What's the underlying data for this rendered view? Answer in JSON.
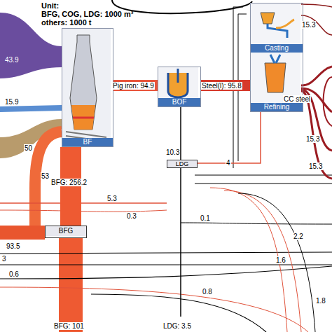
{
  "diagram": {
    "nodes": [
      {
        "text": [
          "BF"
        ]
      },
      {
        "text": [
          "BOF"
        ]
      },
      {
        "text": [
          "Casting",
          "Refining"
        ]
      },
      {
        "text": [
          "BFG"
        ]
      },
      {
        "text": [
          "LDG"
        ]
      }
    ],
    "edges": [
      {
        "from": 0,
        "to": 1,
        "arrow": "none",
        "label": "Pig iron: 94.9"
      },
      {
        "from": 1,
        "to": 2,
        "arrow": "none",
        "label": "Steel(l): 95.8"
      },
      {
        "from": 0,
        "to": 3,
        "arrow": "none",
        "label": "BFG: 256.2"
      },
      {
        "from": 1,
        "to": 4,
        "arrow": "none",
        "label": "10.3"
      },
      {
        "from": 4,
        "to": 2,
        "arrow": "none",
        "label": "4"
      }
    ],
    "labels": [
      "Unit:",
      "BFG, COG, LDG: 1000 m³",
      "others: 1000 t",
      "43.9",
      "15.9",
      "50",
      "53",
      "93.5",
      "3",
      "0.6",
      "5.3",
      "0.3",
      "15.3",
      "CC steel",
      "15.3",
      "15.3",
      "0.1",
      "2.2",
      "1.6",
      "0.8",
      "1.8",
      "BFG: 101",
      "LDG: 3.5"
    ]
  }
}
